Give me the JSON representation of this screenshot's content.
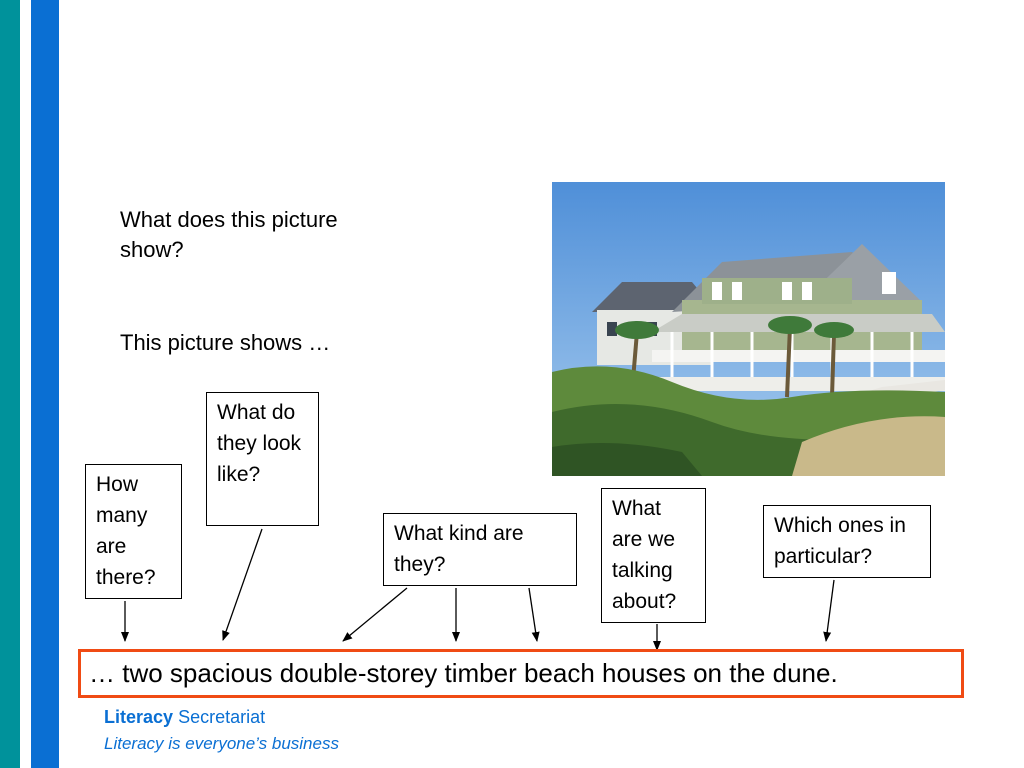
{
  "questions": {
    "what_show": "What does this picture show?",
    "picture_shows": "This picture shows …"
  },
  "boxes": {
    "how_many": "How many are there?",
    "look_like": "What do they look like?",
    "what_kind": "What kind are they?",
    "talking_about": "What are we talking about?",
    "which_ones": "Which ones in particular?"
  },
  "sentence": "… two spacious double-storey timber beach houses on the dune.",
  "footer": {
    "brand_bold": "Literacy",
    "brand_rest": "Secretariat",
    "tagline": "Literacy is everyone’s business"
  },
  "colors": {
    "teal_bar": "#00929b",
    "blue_bar": "#0a6fd3",
    "highlight_border": "#f04b14",
    "footer_text": "#0a6fd3"
  },
  "image": {
    "icon": "beach-houses-photo"
  }
}
